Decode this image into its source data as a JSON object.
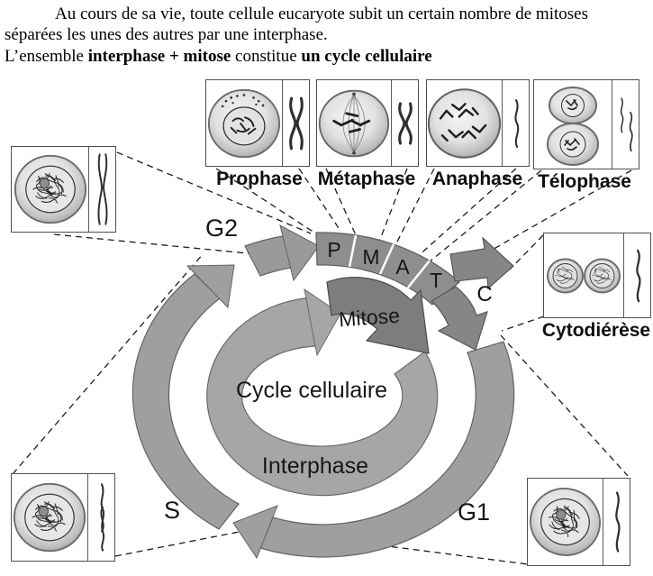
{
  "intro": {
    "line1": "Au cours de sa vie, toute cellule eucaryote subit un certain nombre de mitoses",
    "line2": "séparées les unes des autres par une interphase.",
    "line3_prefix": "L’ensemble ",
    "line3_bold1": "interphase + mitose",
    "line3_middle": " constitue ",
    "line3_bold2": "un cycle cellulaire"
  },
  "diagram": {
    "center_label": "Cycle cellulaire",
    "interphase_label": "Interphase",
    "mitose_label": "Mitose",
    "g2_label": "G2",
    "s_label": "S",
    "g1_label": "G1",
    "segments": {
      "p": "P",
      "m": "M",
      "a": "A",
      "t": "T",
      "c": "C"
    }
  },
  "phase_boxes": {
    "prophase": "Prophase",
    "metaphase": "Métaphase",
    "anaphase": "Anaphase",
    "telophase": "Télophase",
    "cytodierese": "Cytodiérèse"
  },
  "colors": {
    "outer_ring": "#9f9f9f",
    "inner_ring": "#a6a6a6",
    "mitosis_band": "#8e8e8e",
    "mitose_arrow": "#7d7d7d",
    "branch_arrows": "#868686",
    "connector_line": "#1c1c1c",
    "text": "#161616"
  }
}
